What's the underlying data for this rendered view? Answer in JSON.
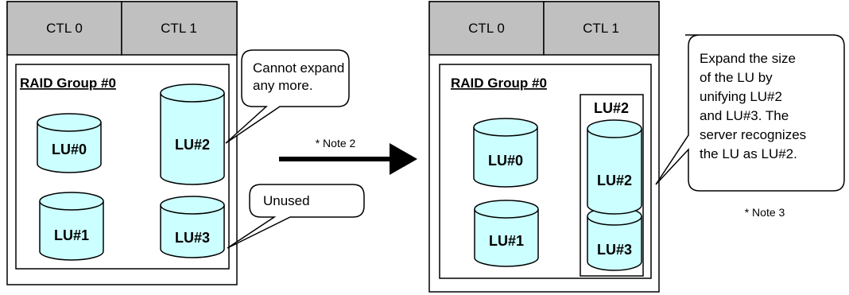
{
  "before": {
    "ctl0": "CTL 0",
    "ctl1": "CTL 1",
    "raid_group": "RAID Group #0",
    "lus": [
      "LU#0",
      "LU#1",
      "LU#2",
      "LU#3"
    ],
    "callout_full": [
      "Cannot expand",
      "any more."
    ],
    "callout_unused": "Unused"
  },
  "transition": {
    "note": "* Note 2"
  },
  "after": {
    "ctl0": "CTL 0",
    "ctl1": "CTL 1",
    "raid_group": "RAID Group #0",
    "unified_header": "LU#2",
    "lus": [
      "LU#0",
      "LU#1",
      "LU#2",
      "LU#3"
    ],
    "callout_lines": [
      "Expand the size",
      "of the LU by",
      "unifying LU#2",
      "and LU#3. The",
      "server recognizes",
      "the LU as LU#2."
    ],
    "note": "* Note 3"
  },
  "colors": {
    "controller_fill": "#c0c0c0",
    "cylinder_fill": "#ccffff",
    "outline": "#000000"
  }
}
